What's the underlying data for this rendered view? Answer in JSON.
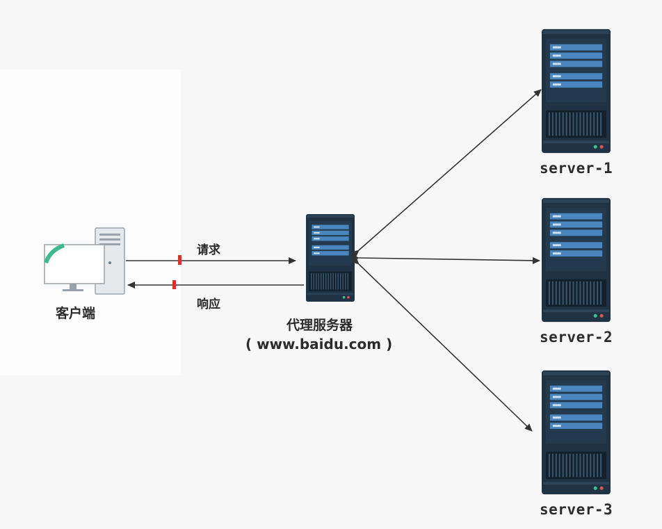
{
  "client": {
    "label": "客户端"
  },
  "proxy": {
    "label": "代理服务器",
    "domain": "( www.baidu.com )"
  },
  "edges": {
    "request_label": "请求",
    "response_label": "响应"
  },
  "servers": [
    {
      "label": "server-1"
    },
    {
      "label": "server-2"
    },
    {
      "label": "server-3"
    }
  ],
  "colors": {
    "server_body": "#1f3344",
    "server_panel": "#4a86bd",
    "server_slot": "#2a5576",
    "arrow": "#333333",
    "led_green": "#3ec28f",
    "led_red": "#d9534f"
  }
}
